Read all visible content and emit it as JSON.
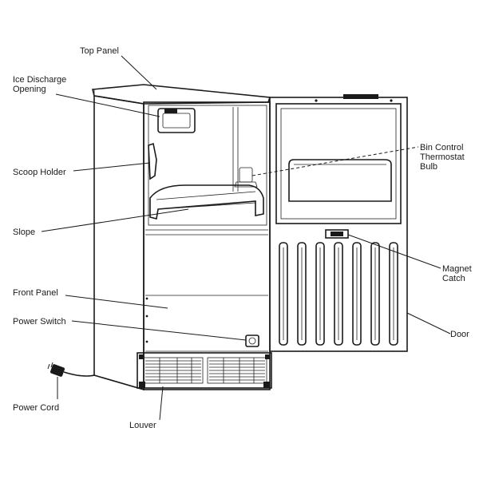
{
  "diagram": {
    "labels": {
      "top_panel": "Top Panel",
      "ice_discharge_1": "Ice Discharge",
      "ice_discharge_2": "Opening",
      "scoop_holder": "Scoop Holder",
      "slope": "Slope",
      "front_panel": "Front Panel",
      "power_switch": "Power Switch",
      "power_cord": "Power Cord",
      "louver": "Louver",
      "bin_control_1": "Bin Control",
      "bin_control_2": "Thermostat",
      "bin_control_3": "Bulb",
      "magnet_catch_1": "Magnet",
      "magnet_catch_2": "Catch",
      "door": "Door"
    },
    "colors": {
      "line": "#1a1a1a",
      "background": "#ffffff"
    }
  }
}
